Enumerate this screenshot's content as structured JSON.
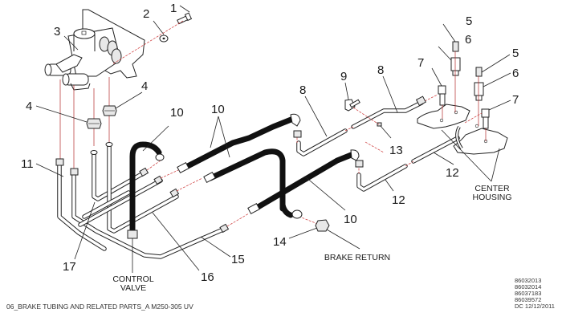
{
  "diagram": {
    "title": "06_BRAKE TUBING AND RELATED PARTS_A M250-305 UV",
    "part_numbers": [
      "86032013",
      "86032014",
      "86037183",
      "86039572"
    ],
    "revision": "DC 12/12/2011",
    "callouts": {
      "c1": "1",
      "c2": "2",
      "c3": "3",
      "c4a": "4",
      "c4b": "4",
      "c5a": "5",
      "c5b": "5",
      "c6a": "6",
      "c6b": "6",
      "c7a": "7",
      "c7b": "7",
      "c8a": "8",
      "c8b": "8",
      "c9": "9",
      "c10a": "10",
      "c10b": "10",
      "c10c": "10",
      "c11": "11",
      "c12a": "12",
      "c12b": "12",
      "c13": "13",
      "c14": "14",
      "c15": "15",
      "c16": "16",
      "c17": "17"
    },
    "labels": {
      "control_valve_1": "CONTROL",
      "control_valve_2": "VALVE",
      "brake_return": "BRAKE RETURN",
      "center_housing_1": "CENTER",
      "center_housing_2": "HOUSING"
    }
  }
}
